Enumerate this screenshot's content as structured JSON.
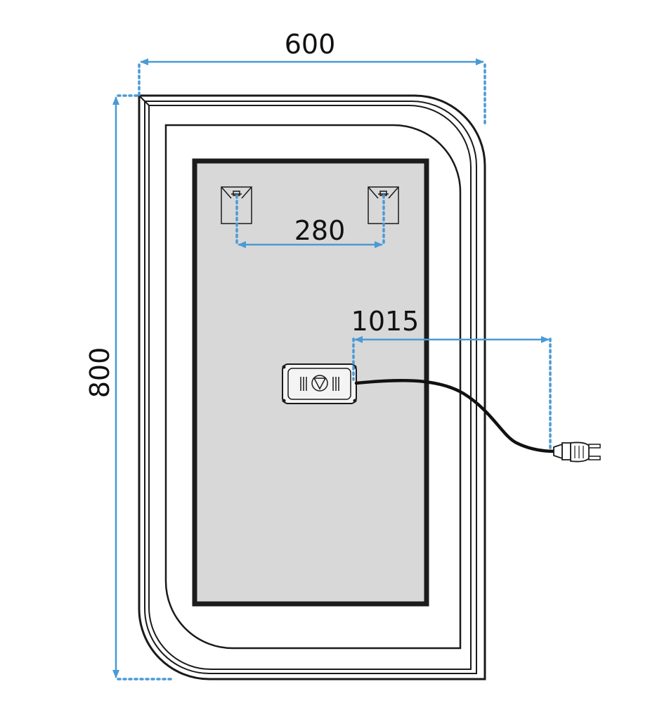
{
  "colors": {
    "dimension": "#4a9ad4",
    "outline": "#1a1a1a",
    "panel_fill": "#d8d8d8",
    "panel_border": "#1c1c1c"
  },
  "dimensions": {
    "width": "600",
    "height": "800",
    "hanger_spacing": "280",
    "cable_length": "1015"
  },
  "icons": {
    "hanger_left": "wall-hanger-icon",
    "hanger_right": "wall-hanger-icon",
    "driver": "led-driver-box-icon",
    "plug": "power-plug-icon"
  }
}
